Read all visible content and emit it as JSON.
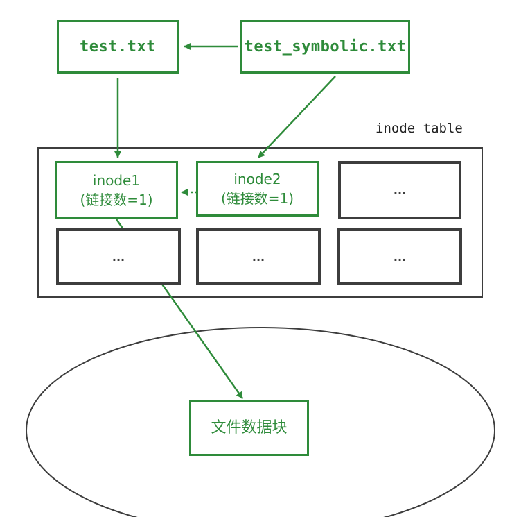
{
  "files": {
    "hard_link": "test.txt",
    "symbolic_link": "test_symbolic.txt"
  },
  "inode_table": {
    "title": "inode table",
    "inode1": {
      "name": "inode1",
      "links": "(链接数=1)"
    },
    "inode2": {
      "name": "inode2",
      "links": "(链接数=1)"
    },
    "placeholder": "..."
  },
  "data_block": {
    "label": "文件数据块"
  },
  "colors": {
    "accent": "#2e8b3a",
    "outline": "#3d3d3d"
  }
}
